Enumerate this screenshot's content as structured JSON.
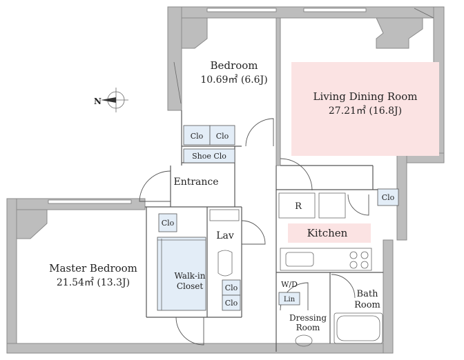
{
  "rooms": {
    "bedroom": {
      "name": "Bedroom",
      "area": "10.69㎡ (6.6J)"
    },
    "living": {
      "name": "Living Dining Room",
      "area": "27.21㎡ (16.8J)"
    },
    "master": {
      "name": "Master Bedroom",
      "area": "21.54㎡ (13.3J)"
    },
    "entrance": {
      "name": "Entrance"
    },
    "kitchen": {
      "name": "Kitchen"
    },
    "lav": {
      "name": "Lav"
    },
    "walkin": {
      "line1": "Walk-in",
      "line2": "Closet"
    },
    "bath": {
      "line1": "Bath",
      "line2": "Room"
    },
    "dressing": {
      "line1": "Dressing",
      "line2": "Room"
    }
  },
  "labels": {
    "clo": "Clo",
    "shoe_clo": "Shoe Clo",
    "fridge": "R",
    "washer": "W/D",
    "linen": "Lin",
    "compass_n": "N"
  },
  "colors": {
    "living_fill": "#fbe3e3",
    "kitchen_fill": "#fbe3e3",
    "closet_fill": "#e3edf7",
    "wall": "#bdbdbd"
  }
}
